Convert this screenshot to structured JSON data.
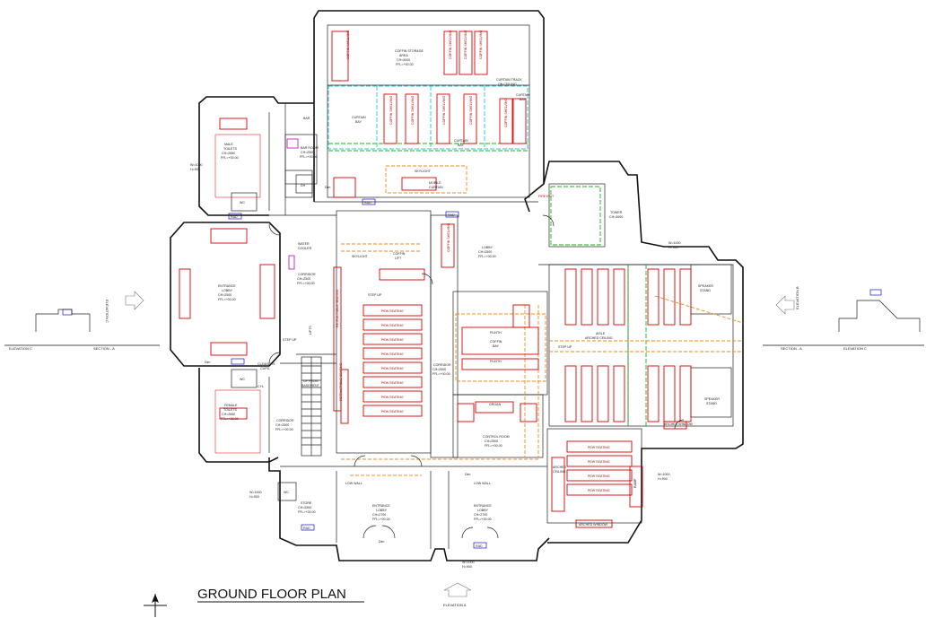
{
  "title": "GROUND FLOOR PLAN",
  "elevation_a": "ELEVATION A",
  "elevation_b": "ELEVATION B",
  "elevation_c": "ELEVATION C",
  "section_a": "SECTION - A",
  "rooms": {
    "coffin_storage": [
      "COFFIN STORAGE",
      "AREA",
      "CH=3000",
      "FFL=+00.00"
    ],
    "curtain_track": [
      "CURTAIN TRACK",
      "ON CEILING"
    ],
    "curtain_bay": [
      "CURTAIN",
      "BAY"
    ],
    "mobile_curtain": [
      "MOBILE",
      "CURTAIN"
    ],
    "skylight": "SKYLIGHT",
    "male_toilets": [
      "MALE",
      "TOILETS",
      "CH=2650",
      "FFL=+00.00"
    ],
    "bar_room": [
      "BAR ROOM",
      "CH=2500",
      "FFL=+00.00"
    ],
    "bar": "BAR",
    "water_cooler": [
      "WATER",
      "COOLER"
    ],
    "entrance_lobby_left": [
      "ENTRANCE",
      "LOBBY",
      "CH=2500",
      "FFL=+00.00"
    ],
    "corridor_a": [
      "CORRIDOR",
      "CH=2500",
      "FFL=+00.00"
    ],
    "corridor_b": [
      "CORRIDOR",
      "CH=2500",
      "FFL=+00.00"
    ],
    "corridor_c": [
      "CORRIDOR",
      "CH=2500",
      "FFL=+00.00"
    ],
    "lobby": [
      "LOBBY",
      "CH=2500",
      "FFL=+00.00"
    ],
    "step_up": "STEP UP",
    "coffin_lift": [
      "COFFIN",
      "LIFT"
    ],
    "cleaners_cupd": [
      "CLEANERS",
      "CUPD."
    ],
    "female_toilets": [
      "FEMALE",
      "TOILETS",
      "CH=2650",
      "FFL=+00.00"
    ],
    "plinth": "PLINTH",
    "coffin_bay": [
      "COFFIN",
      "BAY"
    ],
    "aisle": [
      "AISLE",
      "ARCHED CEILING"
    ],
    "speaker_stand": [
      "SPEAKER",
      "STAND"
    ],
    "control_room": [
      "CONTROL ROOM",
      "CH=2500",
      "FFL=+00.00"
    ],
    "organ": "ORGAN",
    "arched_ceiling": [
      "ARCHED",
      "CEILING"
    ],
    "arched_window": "ARCHED WINDOW",
    "store": [
      "STORE",
      "CH=2500",
      "FFL=+00.00"
    ],
    "entrance_lobby_c1": [
      "ENTRANCE",
      "LOBBY",
      "CH=2700",
      "FFL=+00.00"
    ],
    "entrance_lobby_c2": [
      "ENTRANCE",
      "LOBBY",
      "CH=2700",
      "FFL=+00.00"
    ],
    "tower": [
      "TOWER",
      "CH=3000"
    ],
    "up_from_basement": [
      "UP FROM",
      "BASEMENT"
    ],
    "low_wall": "LOW WALL",
    "fire_exit": "FIRE EXIT"
  },
  "furniture": {
    "coffin_shelving": "COFFIN SHELVING",
    "pew_seating": "PEW SEATING",
    "retractable_seating": "RETRACTABLE SEATING",
    "rad": "RAD",
    "cyl": "CYL",
    "wc": "WC",
    "dh": "DH",
    "lifts": "LIFTS",
    "ramp": "RAMP",
    "dim": "Dim",
    "window_spec": [
      "W=1000",
      "H=900"
    ]
  }
}
